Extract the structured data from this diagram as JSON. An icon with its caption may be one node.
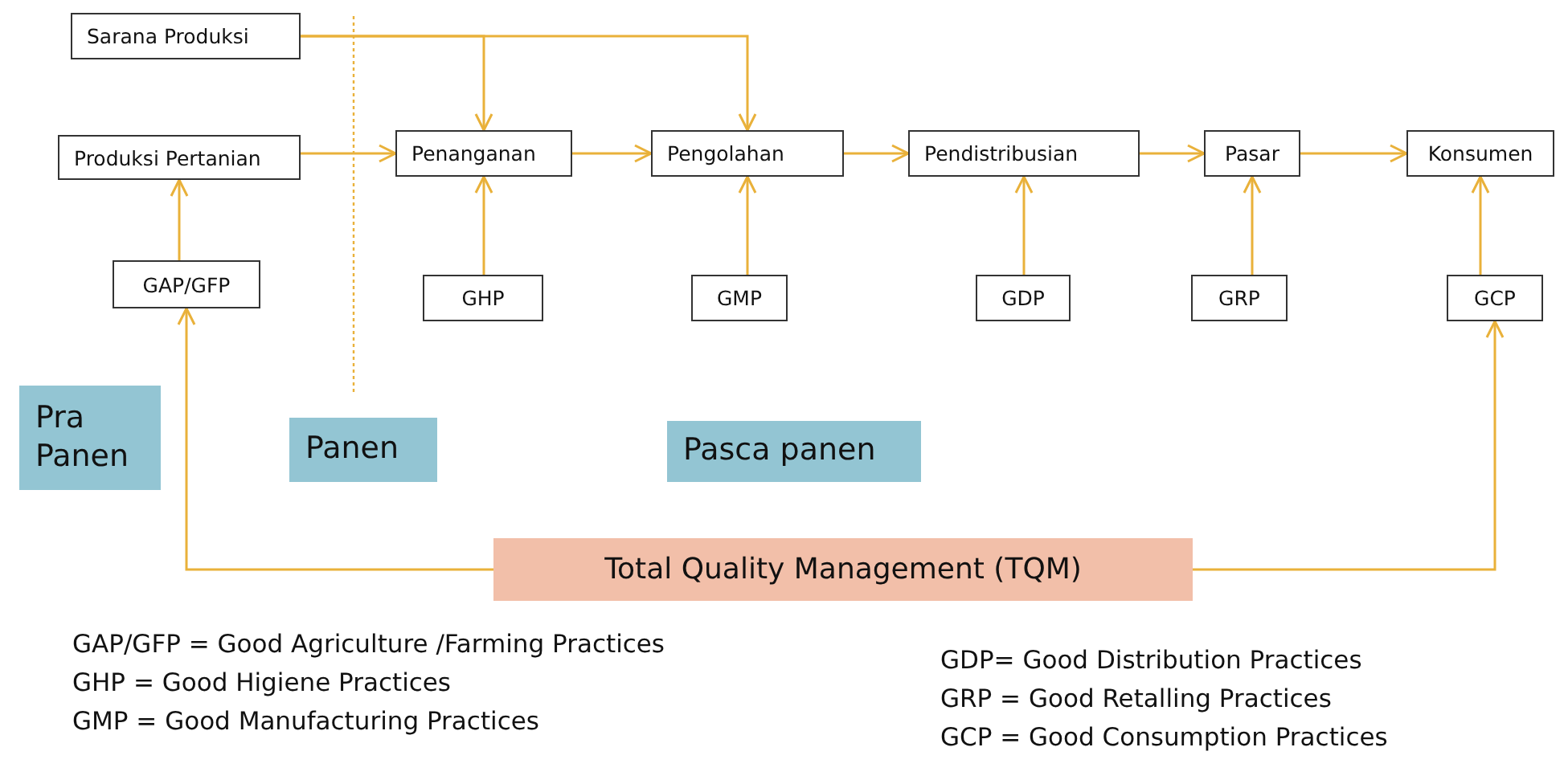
{
  "diagram": {
    "nodes": [
      {
        "text": [
          "Sarana Produksi"
        ]
      },
      {
        "text": [
          "Produksi Pertanian"
        ]
      },
      {
        "text": [
          "GAP/GFP"
        ]
      },
      {
        "text": [
          "Penanganan"
        ]
      },
      {
        "text": [
          "Pengolahan"
        ]
      },
      {
        "text": [
          "Pendistribusian"
        ]
      },
      {
        "text": [
          "Pasar"
        ]
      },
      {
        "text": [
          "Konsumen"
        ]
      },
      {
        "text": [
          "GHP"
        ]
      },
      {
        "text": [
          "GMP"
        ]
      },
      {
        "text": [
          "GDP"
        ]
      },
      {
        "text": [
          "GRP"
        ]
      },
      {
        "text": [
          "GCP"
        ]
      },
      {
        "text": [
          "Pra Panen"
        ]
      },
      {
        "text": [
          "Panen"
        ]
      },
      {
        "text": [
          "Pasca panen"
        ]
      },
      {
        "text": [
          "Total Quality Management  (TQM)"
        ]
      }
    ],
    "edges": [
      {
        "from": 0,
        "to": 3,
        "arrow": "to"
      },
      {
        "from": 0,
        "to": 4,
        "arrow": "to"
      },
      {
        "from": 1,
        "to": 3,
        "arrow": "to"
      },
      {
        "from": 3,
        "to": 4,
        "arrow": "to"
      },
      {
        "from": 4,
        "to": 5,
        "arrow": "to"
      },
      {
        "from": 5,
        "to": 6,
        "arrow": "to"
      },
      {
        "from": 6,
        "to": 7,
        "arrow": "to"
      },
      {
        "from": 2,
        "to": 1,
        "arrow": "to"
      },
      {
        "from": 8,
        "to": 3,
        "arrow": "to"
      },
      {
        "from": 9,
        "to": 4,
        "arrow": "to"
      },
      {
        "from": 10,
        "to": 5,
        "arrow": "to"
      },
      {
        "from": 11,
        "to": 6,
        "arrow": "to"
      },
      {
        "from": 12,
        "to": 7,
        "arrow": "to"
      },
      {
        "from": 16,
        "to": 2,
        "arrow": "to"
      },
      {
        "from": 16,
        "to": 12,
        "arrow": "to"
      }
    ],
    "labels": [
      "GAP/GFP = Good Agriculture /Farming Practices",
      "GHP = Good Higiene Practices",
      "GMP = Good Manufacturing Practices",
      "GDP= Good Distribution Practices",
      "GRP = Good Retalling Practices",
      "GCP = Good Consumption Practices"
    ]
  }
}
